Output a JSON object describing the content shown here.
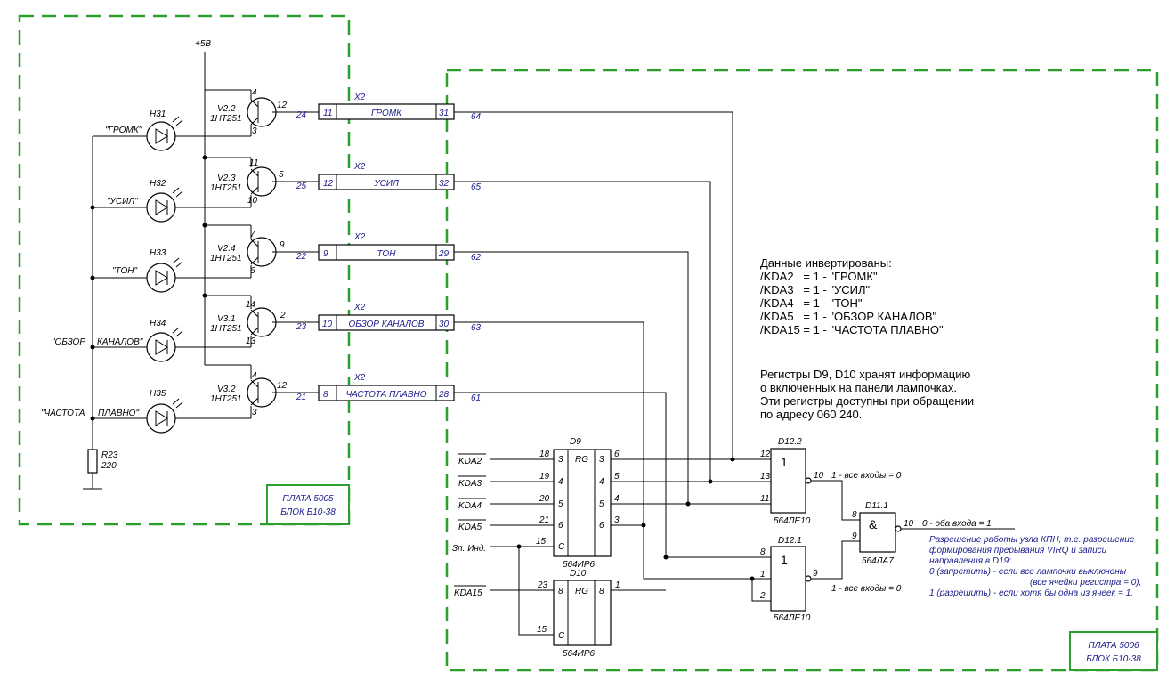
{
  "supply": "+5В",
  "lamps": [
    {
      "ref": "H31",
      "label": "\"ГРОМК\""
    },
    {
      "ref": "H32",
      "label": "\"УСИЛ\""
    },
    {
      "ref": "H33",
      "label": "\"ТОН\""
    },
    {
      "ref": "H34",
      "label_a": "\"ОБЗОР",
      "label_b": "КАНАЛОВ\""
    },
    {
      "ref": "H35",
      "label_a": "\"ЧАСТОТА",
      "label_b": "ПЛАВНО\""
    }
  ],
  "transistors": [
    {
      "ref": "V2.2",
      "type": "1НТ251",
      "top_pin": "4",
      "base_pin": "12",
      "bot_pin": "3"
    },
    {
      "ref": "V2.3",
      "type": "1НТ251",
      "top_pin": "11",
      "base_pin": "5",
      "bot_pin": "10"
    },
    {
      "ref": "V2.4",
      "type": "1НТ251",
      "top_pin": "7",
      "base_pin": "9",
      "bot_pin": "6"
    },
    {
      "ref": "V3.1",
      "type": "1НТ251",
      "top_pin": "14",
      "base_pin": "2",
      "bot_pin": "13"
    },
    {
      "ref": "V3.2",
      "type": "1НТ251",
      "top_pin": "4",
      "base_pin": "12",
      "bot_pin": "3"
    }
  ],
  "connectors": [
    {
      "ref": "X2",
      "left_out": "24",
      "left_pin": "11",
      "name": "ГРОМК",
      "right_pin": "31",
      "right_out": "64"
    },
    {
      "ref": "X2",
      "left_out": "25",
      "left_pin": "12",
      "name": "УСИЛ",
      "right_pin": "32",
      "right_out": "65"
    },
    {
      "ref": "X2",
      "left_out": "22",
      "left_pin": "9",
      "name": "ТОН",
      "right_pin": "29",
      "right_out": "62"
    },
    {
      "ref": "X2",
      "left_out": "23",
      "left_pin": "10",
      "name": "ОБЗОР КАНАЛОВ",
      "right_pin": "30",
      "right_out": "63"
    },
    {
      "ref": "X2",
      "left_out": "21",
      "left_pin": "8",
      "name": "ЧАСТОТА ПЛАВНО",
      "right_pin": "28",
      "right_out": "61"
    }
  ],
  "resistor": {
    "ref": "R23",
    "value": "220"
  },
  "board1": {
    "line1": "ПЛАТА 5005",
    "line2": "БЛОК Б10-38"
  },
  "board2": {
    "line1": "ПЛАТА 5006",
    "line2": "БЛОК Б10-38"
  },
  "note1": {
    "title": "Данные инвертированы:",
    "lines": [
      "/KDA2   = 1 - \"ГРОМК\"",
      "/KDA3   = 1 - \"УСИЛ\"",
      "/KDA4   = 1 - \"ТОН\"",
      "/KDA5   = 1 - \"ОБЗОР КАНАЛОВ\"",
      "/KDA15 = 1 - \"ЧАСТОТА ПЛАВНО\""
    ]
  },
  "note2": {
    "lines": [
      "Регистры D9, D10 хранят информацию",
      "о включенных на панели лампочках.",
      "Эти регистры доступны при обращении",
      "по адресу 060 240."
    ]
  },
  "d9": {
    "ref": "D9",
    "func": "RG",
    "type": "564ИР6",
    "in_pins": [
      "18",
      "19",
      "20",
      "21"
    ],
    "in_nums": [
      "3",
      "4",
      "5",
      "6"
    ],
    "c_pin": "15",
    "c_label": "C",
    "out_nums": [
      "3",
      "4",
      "5",
      "6"
    ],
    "out_pins": [
      "6",
      "5",
      "4",
      "3"
    ]
  },
  "d10": {
    "ref": "D10",
    "func": "RG",
    "type": "564ИР6",
    "in_pin": "23",
    "in_num": "8",
    "c_pin": "15",
    "c_label": "C",
    "out_num": "8",
    "out_pin": "1"
  },
  "signals": {
    "kda2": "KDA2",
    "kda3": "KDA3",
    "kda4": "KDA4",
    "kda5": "KDA5",
    "kda15": "KDA15",
    "strobe": "Зп. Инд."
  },
  "d12_2": {
    "ref": "D12.2",
    "func": "1",
    "type": "564ЛЕ10",
    "pins": [
      "12",
      "13",
      "11"
    ],
    "out_pin": "10",
    "note": "1 - все входы = 0"
  },
  "d12_1": {
    "ref": "D12.1",
    "func": "1",
    "type": "564ЛЕ10",
    "pins": [
      "8",
      "1",
      "2"
    ],
    "out_pin": "9",
    "note": "1 - все входы = 0"
  },
  "d11": {
    "ref": "D11.1",
    "func": "&",
    "type": "564ЛА7",
    "pins": [
      "8",
      "9"
    ],
    "out_pin": "10",
    "note": "0 - оба входа = 1"
  },
  "note3": {
    "lines": [
      "Разрешение работы узла КПН, т.е. разрешение",
      "формирования прерывания VIRQ и записи",
      "направления в D19:",
      "0 (запретить) - если все лампочки выключены",
      "(все ячейки регистра = 0),",
      "1 (разрешить) - если хотя бы одна из ячеек = 1."
    ]
  },
  "colors": {
    "board_border": "#2ca02c",
    "wire": "#000000",
    "pin_text": "#1a1a8c"
  }
}
